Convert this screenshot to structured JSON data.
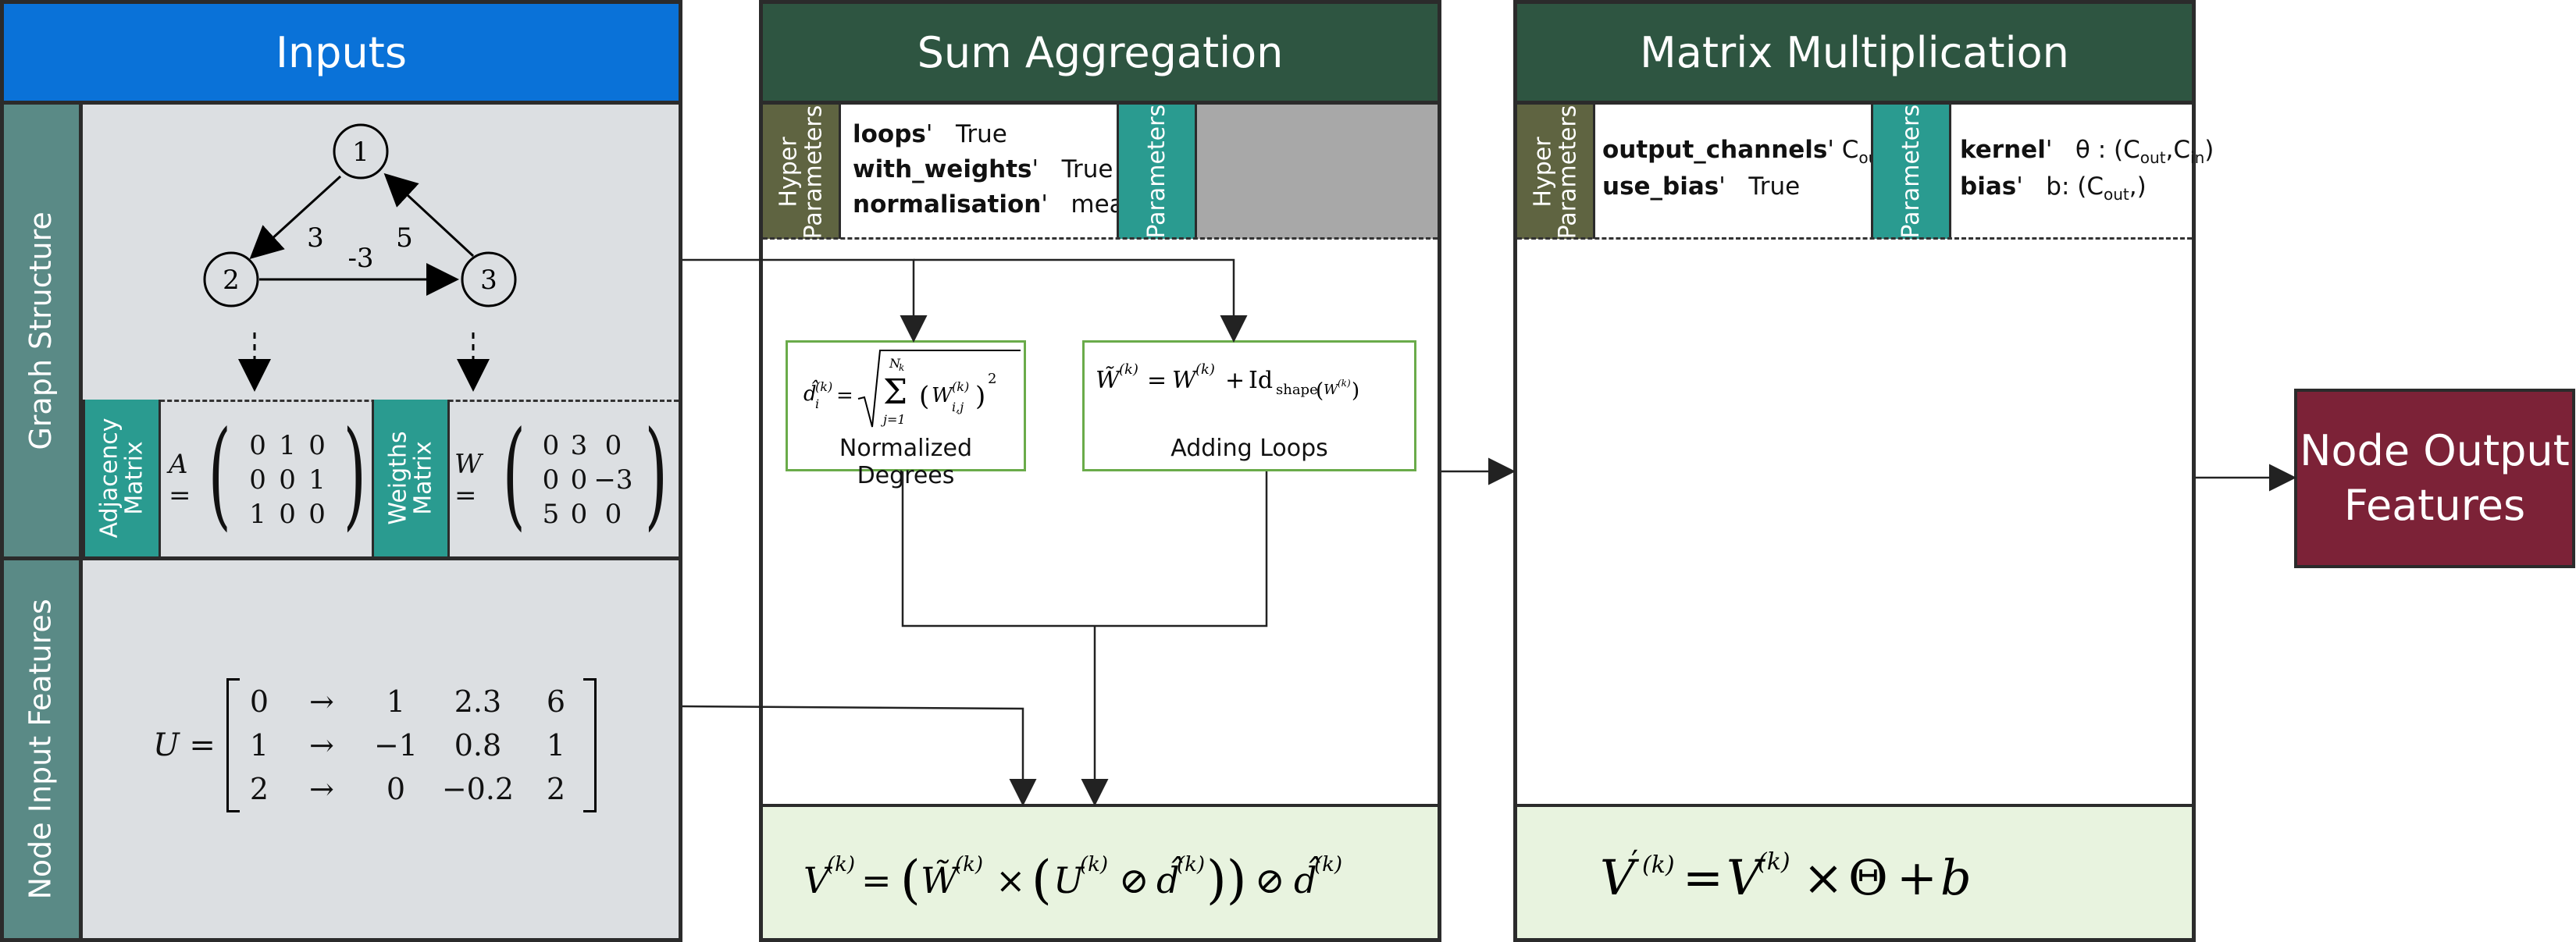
{
  "inputs": {
    "header": "Inputs",
    "graph_structure_label": "Graph Structure",
    "node_input_label": "Node Input Features",
    "graph": {
      "nodes": [
        "1",
        "2",
        "3"
      ],
      "edge_weights": [
        "3",
        "-3",
        "5"
      ]
    },
    "adjacency": {
      "label_line1": "Adjacency",
      "label_line2": "Matrix",
      "lhs": "A =",
      "rows": [
        [
          "0",
          "1",
          "0"
        ],
        [
          "0",
          "0",
          "1"
        ],
        [
          "1",
          "0",
          "0"
        ]
      ]
    },
    "weights": {
      "label_line1": "Weigths",
      "label_line2": "Matrix",
      "lhs": "W =",
      "rows": [
        [
          "0",
          "3",
          "0"
        ],
        [
          "0",
          "0",
          "−3"
        ],
        [
          "5",
          "0",
          "0"
        ]
      ]
    },
    "features": {
      "lhs": "U =",
      "rows": [
        [
          "0",
          "→",
          "1",
          "2.3",
          "6"
        ],
        [
          "1",
          "→",
          "−1",
          "0.8",
          "1"
        ],
        [
          "2",
          "→",
          "0",
          "−0.2",
          "2"
        ]
      ]
    }
  },
  "sum_aggregation": {
    "header": "Sum Aggregation",
    "hyper_label_line1": "Hyper",
    "hyper_label_line2": "Parameters",
    "params_label": "Parameters",
    "hyper_params": [
      {
        "key": "loops",
        "value": "True"
      },
      {
        "key": "with_weights",
        "value": "True"
      },
      {
        "key": "normalisation",
        "value": "mean"
      }
    ],
    "normalized_caption": "Normalized Degrees",
    "loops_caption": "Adding Loops",
    "result_formula": "V(k) = (W̃(k) × (U(k) ⊘ d̂(k))) ⊘ d̂(k)"
  },
  "matrix_multiplication": {
    "header": "Matrix Multiplication",
    "hyper_label_line1": "Hyper",
    "hyper_label_line2": "Parameters",
    "params_label": "Parameters",
    "hyper_params": [
      {
        "key": "output_channels",
        "value": "C",
        "sub": "out"
      },
      {
        "key": "use_bias",
        "value": "True"
      }
    ],
    "params": [
      {
        "key": "kernel",
        "value": "θ : (C",
        "sub1": "out",
        "mid": ",C",
        "sub2": "in",
        "end": ")"
      },
      {
        "key": "bias",
        "value": "b: (C",
        "sub1": "out",
        "end": ",)"
      }
    ],
    "result_formula": "V′(k) = V(k) × Θ + b"
  },
  "output": {
    "line1": "Node Output",
    "line2": "Features"
  },
  "colors": {
    "inputs_header": "#0a72d8",
    "panel_header": "#2e5541",
    "side_label": "#5a8a86",
    "hyper_label": "#5f6441",
    "param_label": "#2a9b90",
    "output_box": "#7c2237",
    "formula_bg": "#e8f3df",
    "gray_panel": "#dcdfe2"
  }
}
